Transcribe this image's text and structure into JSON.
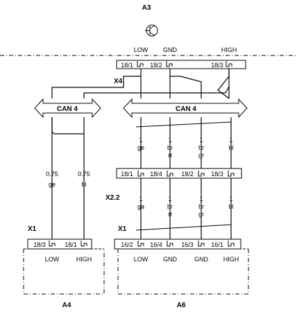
{
  "modules": {
    "a3": "A3",
    "a4": "A4",
    "a6": "A6"
  },
  "a3_pins": [
    "LOW",
    "GND",
    "HIGH"
  ],
  "connectors": {
    "x4": {
      "name": "X4",
      "pins": [
        "18/1",
        "18/2",
        "18/3"
      ]
    },
    "x22": {
      "name": "X2.2",
      "pins": [
        "18/1",
        "18/4",
        "18/2",
        "18/3"
      ]
    },
    "x1_a4": {
      "name": "X1",
      "pins": [
        "18/3",
        "18/1"
      ]
    },
    "x1_a6": {
      "name": "X1",
      "pins": [
        "16/2",
        "16/4",
        "16/3",
        "16/1"
      ]
    }
  },
  "buses": {
    "left": "CAN 4",
    "right": "CAN 4"
  },
  "wires_upper": [
    {
      "size": "1",
      "color": "ge"
    },
    {
      "size": "1",
      "color": [
        "br",
        "rt"
      ]
    },
    {
      "size": "1",
      "color": [
        "br",
        "gr"
      ]
    },
    {
      "size": "1",
      "color": "bl"
    }
  ],
  "wires_lower": [
    {
      "size": "1",
      "color": "ga"
    },
    {
      "size": "1",
      "color": [
        "br",
        "rt"
      ]
    },
    {
      "size": "1",
      "color": [
        "br",
        "gr"
      ]
    },
    {
      "size": "1",
      "color": "bl"
    }
  ],
  "wires_a4": [
    {
      "size": "0.75",
      "color": "ge"
    },
    {
      "size": "0.75",
      "color": "bl"
    }
  ],
  "a4_pins": [
    "LOW",
    "HIGH"
  ],
  "a6_pins": [
    "LOW",
    "GND",
    "GND",
    "HIGH"
  ]
}
